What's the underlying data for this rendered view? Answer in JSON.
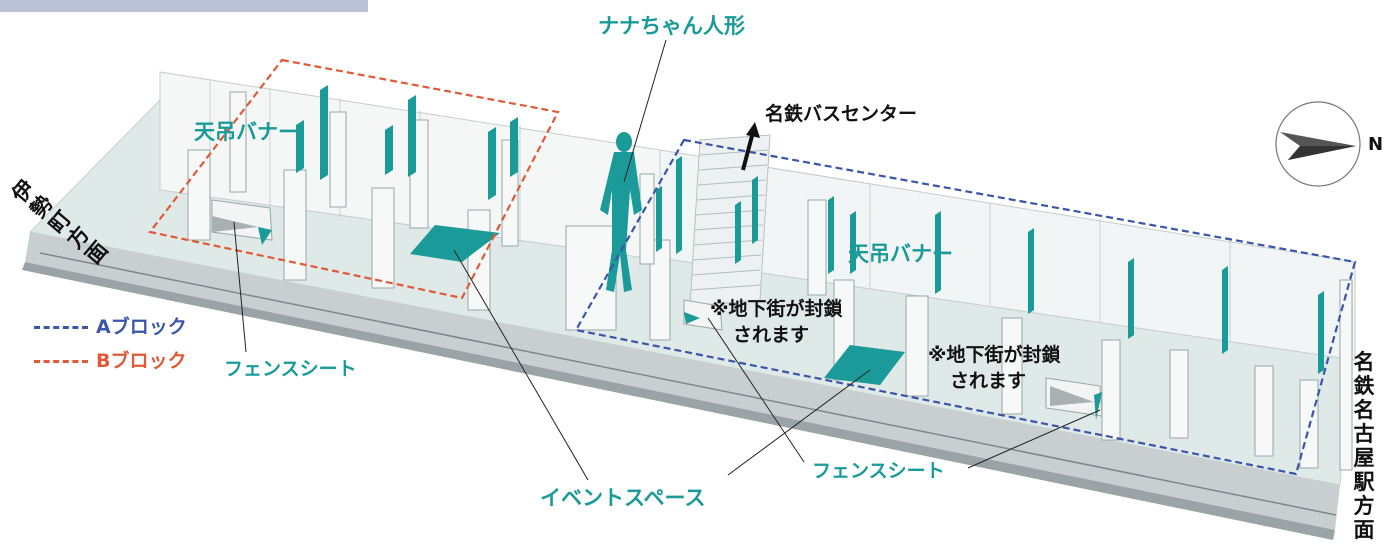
{
  "labels": {
    "nana_doll": "ナナちゃん人形",
    "tenzuri_banner_left": "天吊バナー",
    "tenzuri_banner_right": "天吊バナー",
    "meitetsu_bus_center": "名鉄バスセンター",
    "closure_note_1_line1": "※地下街が封鎖",
    "closure_note_1_line2": "されます",
    "closure_note_2_line1": "※地下街が封鎖",
    "closure_note_2_line2": "されます",
    "fence_sheet_left": "フェンスシート",
    "fence_sheet_right": "フェンスシート",
    "event_space": "イベントスペース",
    "direction_left": "伊勢町方面",
    "direction_right": "名鉄名古屋駅方面",
    "compass_north": "N"
  },
  "legend": {
    "a_block": "Aブロック",
    "b_block": "Bブロック"
  },
  "colors": {
    "a_block": "#3b56a8",
    "b_block": "#e05a37",
    "accent": "#1a9a98",
    "floor": "#dfe8e7",
    "wall": "#f4f6f6"
  }
}
